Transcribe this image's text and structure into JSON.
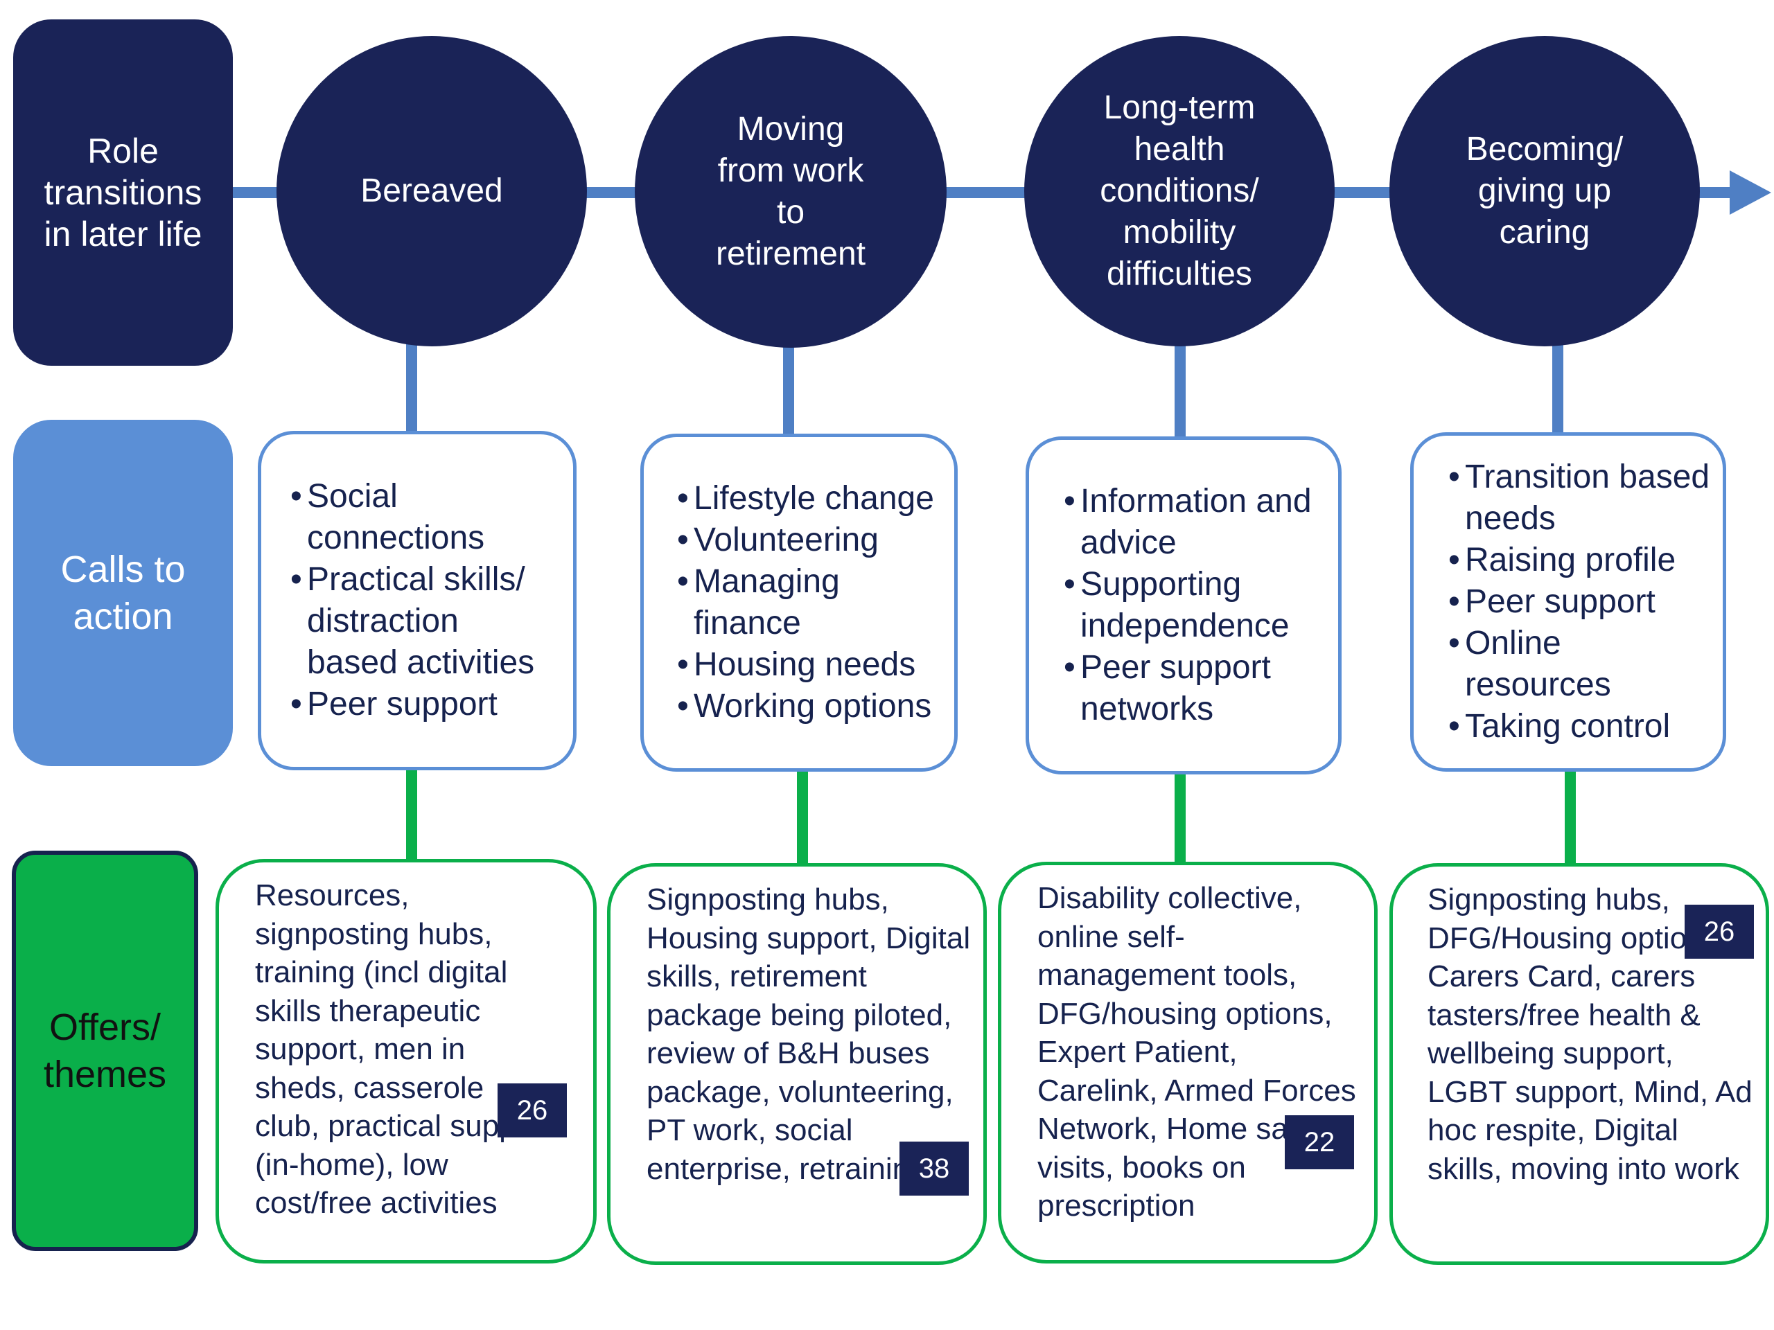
{
  "rows": {
    "role_transitions": "Role transitions in later life",
    "calls_to_action": "Calls to action",
    "offers_themes": "Offers/ themes"
  },
  "transitions": [
    {
      "title": "Bereaved",
      "calls": [
        "Social connections",
        "Practical skills/ distraction based activities",
        "Peer support"
      ],
      "offers": "Resources, signposting hubs, training (incl digital skills therapeutic support, men in sheds, casserole club, practical support (in-home), low cost/free activities",
      "count": "26"
    },
    {
      "title": "Moving from work to retirement",
      "calls": [
        "Lifestyle change",
        "Volunteering",
        "Managing finance",
        "Housing needs",
        "Working options"
      ],
      "offers": "Signposting hubs, Housing support, Digital skills, retirement package being piloted, review of B&H buses package, volunteering, PT work, social enterprise, retraining",
      "count": "38"
    },
    {
      "title": "Long-term health conditions/ mobility difficulties",
      "calls": [
        "Information and advice",
        "Supporting independence",
        "Peer support networks"
      ],
      "offers": "Disability collective, online self-management tools, DFG/housing options, Expert Patient, Carelink, Armed Forces Network, Home safety visits, books on prescription",
      "count": "22"
    },
    {
      "title": "Becoming/ giving up caring",
      "calls": [
        "Transition based needs",
        "Raising profile",
        "Peer support",
        "Online resources",
        "Taking control"
      ],
      "offers": "Signposting hubs, DFG/Housing options, Carers Card, carers tasters/free health & wellbeing support, LGBT support, Mind, Ad hoc respite, Digital skills, moving into work",
      "count": "26"
    }
  ],
  "colors": {
    "navy": "#1a2357",
    "light_blue": "#5b8fd6",
    "connector_blue": "#4f7fc4",
    "green": "#0aaf4a",
    "text_navy": "#16224e"
  }
}
